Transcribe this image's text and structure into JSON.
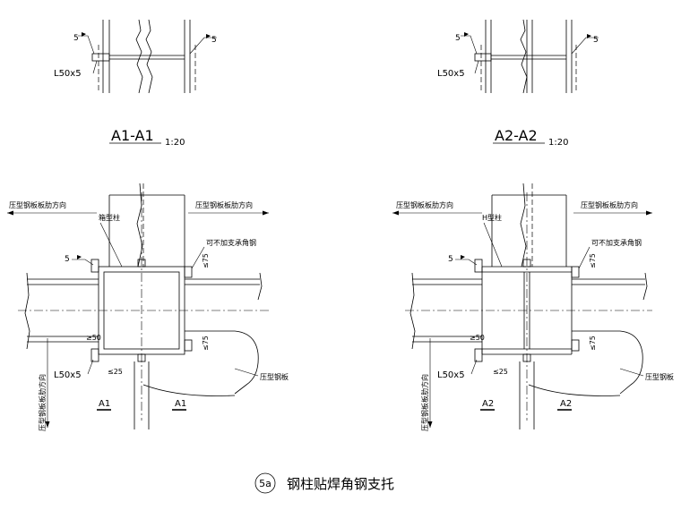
{
  "sections": {
    "a1": {
      "title": "A1-A1",
      "scale": "1:20",
      "angle": "L50x5",
      "weld_left": "5",
      "weld_right": "5"
    },
    "a2": {
      "title": "A2-A2",
      "scale": "1:20",
      "angle": "L50x5",
      "weld_left": "5",
      "weld_right": "5"
    }
  },
  "plan_left": {
    "rib_dir_left": "压型钢板板肋方向",
    "rib_dir_right": "压型钢板板肋方向",
    "rib_dir_vertical": "压型钢板板肋方向",
    "column_label": "箱型柱",
    "angle_note": "可不加支承角钢",
    "weld_size": "5",
    "dim_75_top": "≤75",
    "dim_75_bottom": "≤75",
    "dim_50": "≥50",
    "dim_25": "≤25",
    "angle": "L50x5",
    "deck_label": "压型钢板",
    "cut_left": "A1",
    "cut_right": "A1"
  },
  "plan_right": {
    "rib_dir_left": "压型钢板板肋方向",
    "rib_dir_right": "压型钢板板肋方向",
    "rib_dir_vertical": "压型钢板板肋方向",
    "column_label": "H型柱",
    "angle_note": "可不加支承角钢",
    "weld_size": "5",
    "dim_75_top": "≤75",
    "dim_75_bottom": "≤75",
    "dim_50": "≥50",
    "dim_25": "≤25",
    "angle": "L50x5",
    "deck_label": "压型钢板",
    "cut_left": "A2",
    "cut_right": "A2"
  },
  "footer": {
    "detail_number": "5a",
    "title": "钢柱贴焊角钢支托"
  }
}
